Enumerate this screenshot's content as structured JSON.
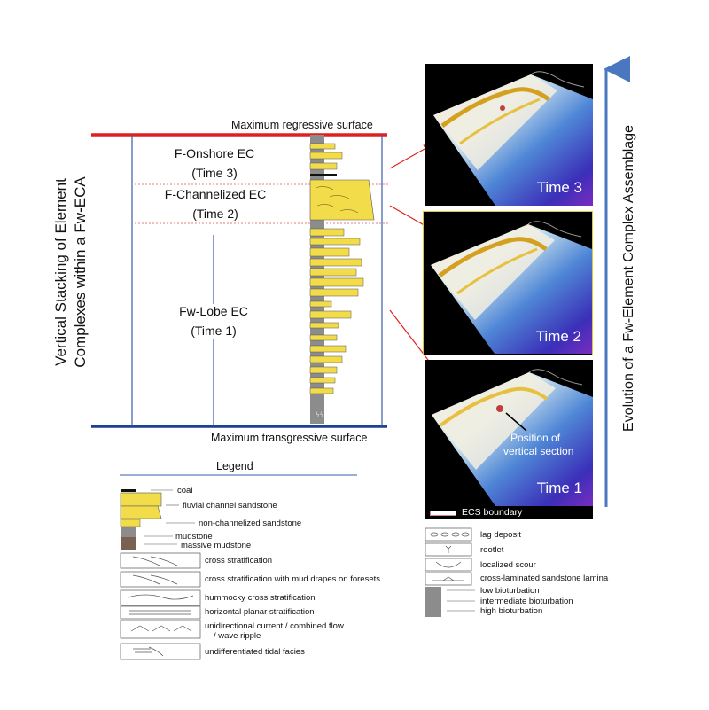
{
  "surfaces": {
    "max_regressive": "Maximum regressive surface",
    "max_transgressive": "Maximum transgressive surface"
  },
  "left_vertical_title": {
    "line1": "Vertical Stacking of  Element",
    "line2": "Complexes within a Fw-ECA"
  },
  "right_vertical_title": "Evolution of a Fw-Element Complex Assemblage",
  "element_complexes": [
    {
      "name": "F-Onshore  EC",
      "time": "(Time 3)"
    },
    {
      "name": "F-Channelized  EC",
      "time": "(Time 2)"
    },
    {
      "name": "Fw-Lobe  EC",
      "time": "(Time 1)"
    }
  ],
  "panels": [
    {
      "label": "Time 3"
    },
    {
      "label": "Time 2"
    },
    {
      "label": "Time 1",
      "annotation_line1": "Position of",
      "annotation_line2": "vertical section"
    }
  ],
  "ecs_boundary": "ECS boundary",
  "legend": {
    "title": "Legend",
    "left_items": [
      "coal",
      "fluvial channel sandstone",
      "non-channelized sandstone",
      "mudstone",
      "massive mudstone",
      "cross stratification",
      "cross stratification with mud drapes on foresets",
      "hummocky cross stratification",
      "horizontal planar stratification",
      "unidirectional current / combined flow",
      "/ wave ripple",
      "undifferentiated tidal facies"
    ],
    "right_items": [
      "lag deposit",
      "rootlet",
      "localized scour",
      "cross-laminated sandstone lamina",
      "low bioturbation",
      "intermediate bioturbation",
      "high bioturbation"
    ]
  },
  "colors": {
    "regressive_line": "#e02020",
    "transgressive_line": "#1f3f8f",
    "frame_blue": "#3b5ca8",
    "sandstone": "#f3dc4a",
    "mudstone": "#8c8c8c",
    "arrow_blue": "#4a78c0"
  }
}
